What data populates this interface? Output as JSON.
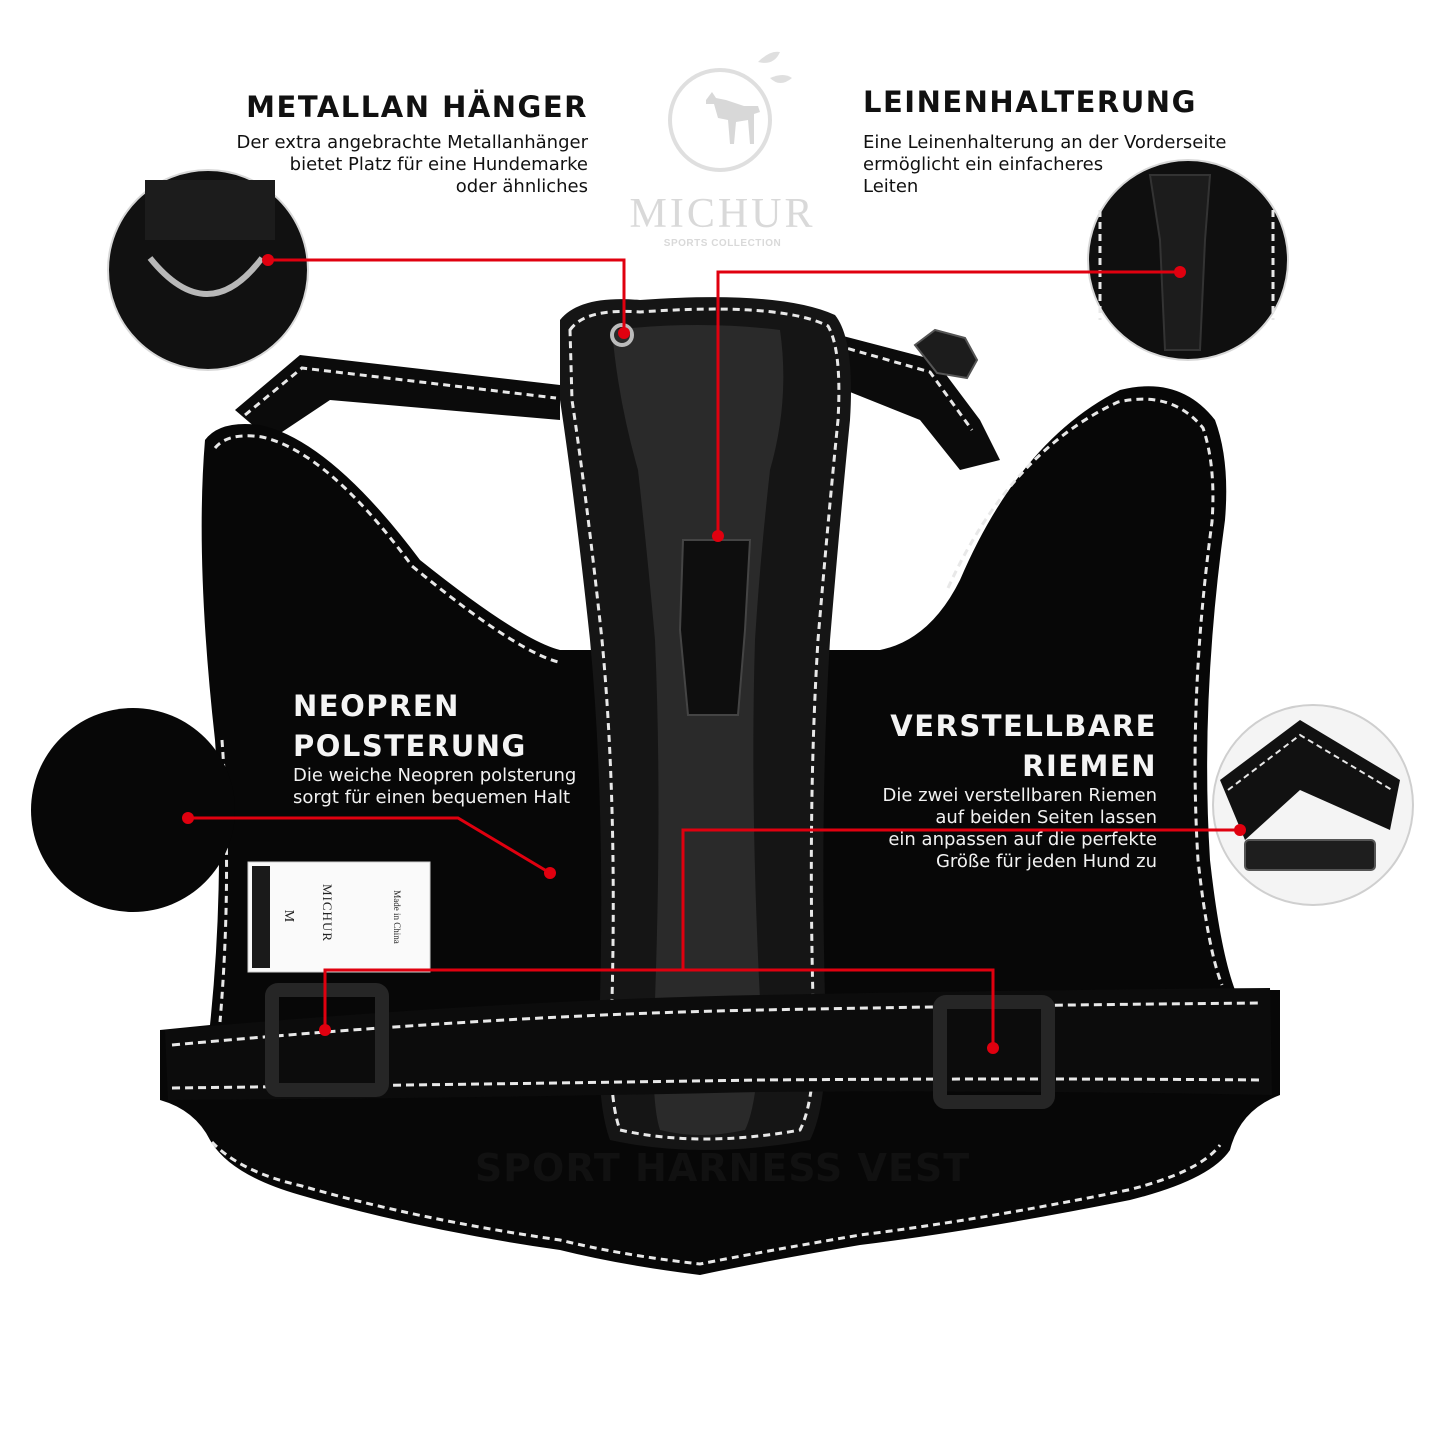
{
  "brand": {
    "name": "MICHUR",
    "tagline": "SPORTS COLLECTION"
  },
  "features": {
    "metal_hanger": {
      "title": "METALLAN HÄNGER",
      "lines": [
        "Der extra angebrachte Metallanhänger",
        "bietet Platz für eine Hundemarke",
        "oder ähnliches"
      ]
    },
    "leash_holder": {
      "title": "LEINENHALTERUNG",
      "lines": [
        "Eine Leinenhalterung an der Vorderseite",
        "ermöglicht ein einfacheres",
        "Leiten"
      ]
    },
    "neoprene": {
      "title_lines": [
        "NEOPREN",
        "POLSTERUNG"
      ],
      "lines": [
        "Die weiche Neopren polsterung",
        "sorgt für einen bequemen Halt"
      ]
    },
    "straps": {
      "title_lines": [
        "VERSTELLBARE",
        "RIEMEN"
      ],
      "lines": [
        "Die zwei verstellbaren Riemen",
        "auf beiden Seiten lassen",
        "ein anpassen auf die perfekte",
        "Größe für jeden Hund zu"
      ]
    }
  },
  "label_tag": {
    "size": "M",
    "brand": "MICHUR",
    "origin": "Made in China"
  },
  "footer": {
    "title": "SPORT HARNESS VEST"
  },
  "colors": {
    "callout": "#e0000f",
    "fabric": "#0a0a0a",
    "stitching": "#e8e8e8",
    "pad": "#2a2a2a"
  }
}
